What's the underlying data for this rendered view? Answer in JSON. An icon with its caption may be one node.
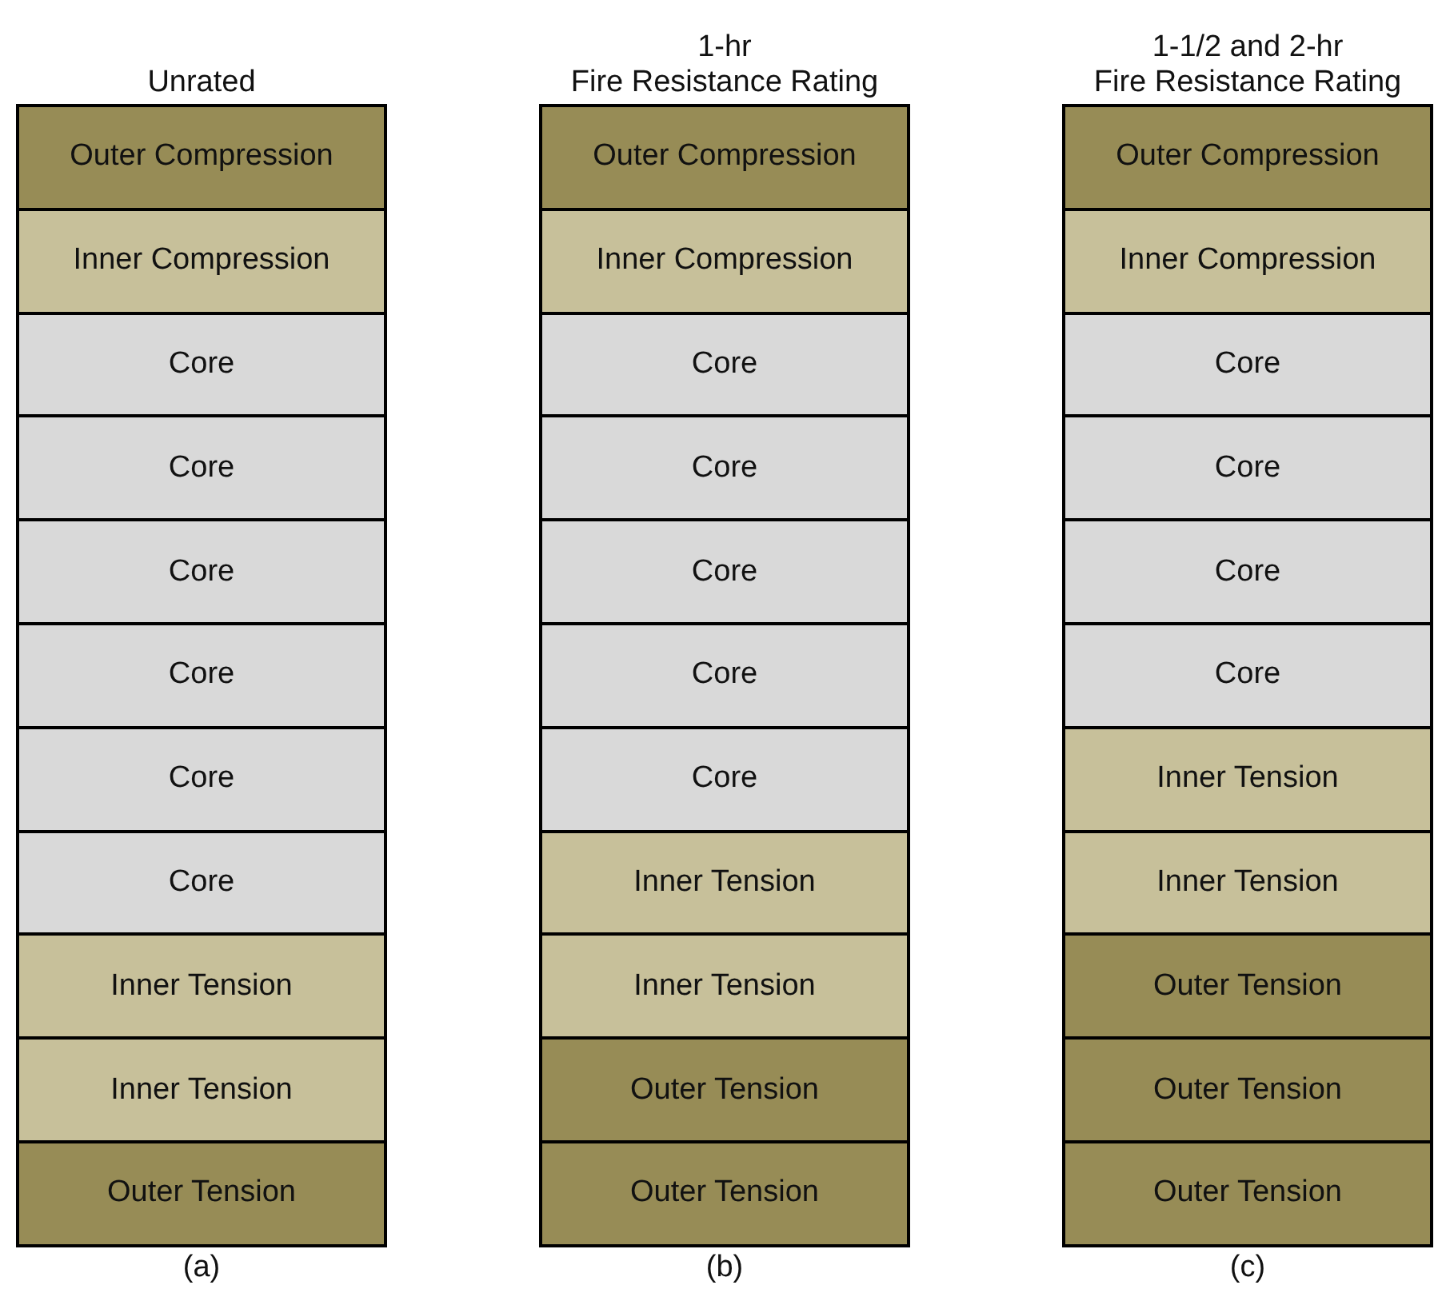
{
  "diagram": {
    "nodes": [
      {
        "text": [
          "Outer Compression"
        ]
      },
      {
        "text": [
          "Inner Compression"
        ]
      },
      {
        "text": [
          "Core"
        ]
      },
      {
        "text": [
          "Core"
        ]
      },
      {
        "text": [
          "Core"
        ]
      },
      {
        "text": [
          "Core"
        ]
      },
      {
        "text": [
          "Core"
        ]
      },
      {
        "text": [
          "Core"
        ]
      },
      {
        "text": [
          "Inner Tension"
        ]
      },
      {
        "text": [
          "Inner Tension"
        ]
      },
      {
        "text": [
          "Outer Tension"
        ]
      },
      {
        "text": [
          "Outer Compression"
        ]
      },
      {
        "text": [
          "Inner Compression"
        ]
      },
      {
        "text": [
          "Core"
        ]
      },
      {
        "text": [
          "Core"
        ]
      },
      {
        "text": [
          "Core"
        ]
      },
      {
        "text": [
          "Core"
        ]
      },
      {
        "text": [
          "Core"
        ]
      },
      {
        "text": [
          "Inner Tension"
        ]
      },
      {
        "text": [
          "Inner Tension"
        ]
      },
      {
        "text": [
          "Outer Tension"
        ]
      },
      {
        "text": [
          "Outer Tension"
        ]
      },
      {
        "text": [
          "Outer Compression"
        ]
      },
      {
        "text": [
          "Inner Compression"
        ]
      },
      {
        "text": [
          "Core"
        ]
      },
      {
        "text": [
          "Core"
        ]
      },
      {
        "text": [
          "Core"
        ]
      },
      {
        "text": [
          "Core"
        ]
      },
      {
        "text": [
          "Inner Tension"
        ]
      },
      {
        "text": [
          "Inner Tension"
        ]
      },
      {
        "text": [
          "Outer Tension"
        ]
      },
      {
        "text": [
          "Outer Tension"
        ]
      },
      {
        "text": [
          "Outer Tension"
        ]
      }
    ],
    "edges": [],
    "labels": [
      "Unrated",
      "1-hr Fire Resistance Rating",
      "1-1/2 and 2-hr Fire Resistance Rating",
      "(a)",
      "(b)",
      "(c)"
    ]
  }
}
